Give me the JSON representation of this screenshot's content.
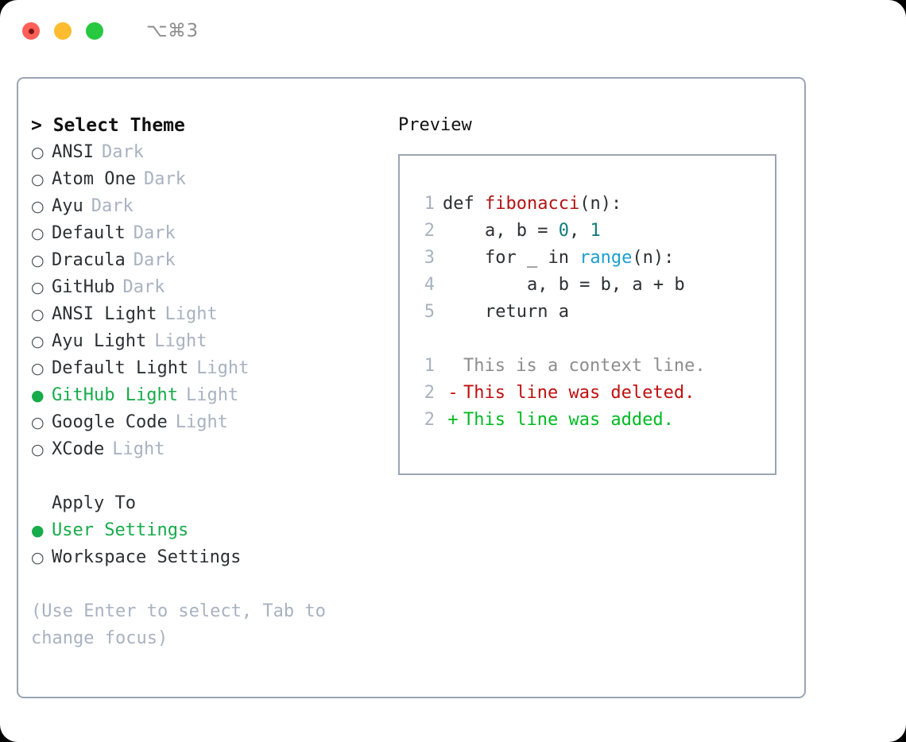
{
  "titlebar": {
    "shortcut": "⌥⌘3",
    "buttons": [
      {
        "name": "close",
        "color": "#ff5f57"
      },
      {
        "name": "minimize",
        "color": "#febc2e"
      },
      {
        "name": "zoom",
        "color": "#28c840"
      }
    ]
  },
  "left": {
    "heading": "> Select Theme",
    "bullet_unselected": "○",
    "bullet_selected": "●",
    "themes": [
      {
        "name": "ANSI",
        "tag": "Dark",
        "selected": false
      },
      {
        "name": "Atom One",
        "tag": "Dark",
        "selected": false
      },
      {
        "name": "Ayu",
        "tag": "Dark",
        "selected": false
      },
      {
        "name": "Default",
        "tag": "Dark",
        "selected": false
      },
      {
        "name": "Dracula",
        "tag": "Dark",
        "selected": false
      },
      {
        "name": "GitHub",
        "tag": "Dark",
        "selected": false
      },
      {
        "name": "ANSI Light",
        "tag": "Light",
        "selected": false
      },
      {
        "name": "Ayu Light",
        "tag": "Light",
        "selected": false
      },
      {
        "name": "Default Light",
        "tag": "Light",
        "selected": false
      },
      {
        "name": "GitHub Light",
        "tag": "Light",
        "selected": true
      },
      {
        "name": "Google Code",
        "tag": "Light",
        "selected": false
      },
      {
        "name": "XCode",
        "tag": "Light",
        "selected": false
      }
    ],
    "apply_to": {
      "title": "Apply To",
      "options": [
        {
          "label": "User Settings",
          "selected": true
        },
        {
          "label": "Workspace Settings",
          "selected": false
        }
      ]
    },
    "hint": "(Use Enter to select, Tab to change focus)"
  },
  "right": {
    "label": "Preview",
    "code": [
      {
        "lineno": "1",
        "parts": [
          {
            "text": "def ",
            "token": "plain"
          },
          {
            "text": "fibonacci",
            "token": "fn"
          },
          {
            "text": "(n):",
            "token": "plain"
          }
        ]
      },
      {
        "lineno": "2",
        "parts": [
          {
            "text": "    a, b = ",
            "token": "plain"
          },
          {
            "text": "0",
            "token": "num"
          },
          {
            "text": ", ",
            "token": "plain"
          },
          {
            "text": "1",
            "token": "num"
          }
        ]
      },
      {
        "lineno": "3",
        "parts": [
          {
            "text": "    for _ in ",
            "token": "plain"
          },
          {
            "text": "range",
            "token": "kwfn"
          },
          {
            "text": "(n):",
            "token": "plain"
          }
        ]
      },
      {
        "lineno": "4",
        "parts": [
          {
            "text": "        a, b = b, a + b",
            "token": "plain"
          }
        ]
      },
      {
        "lineno": "5",
        "parts": [
          {
            "text": "    return a",
            "token": "plain"
          }
        ]
      }
    ],
    "diff": [
      {
        "lineno": "1",
        "mark": " ",
        "text": "This is a context line.",
        "kind": "ctx"
      },
      {
        "lineno": "2",
        "mark": "-",
        "text": "This line was deleted.",
        "kind": "del"
      },
      {
        "lineno": "2",
        "mark": "+",
        "text": "This line was added.",
        "kind": "add"
      }
    ]
  },
  "colors": {
    "accent_green": "#17ab4a",
    "border": "#9aa5b4",
    "muted": "#a8b2c1",
    "diff_add": "#00bb22",
    "diff_del": "#c00f0f",
    "token_fn": "#b31414",
    "token_num": "#0f7b7b",
    "token_kwfn": "#1b9fd0"
  }
}
